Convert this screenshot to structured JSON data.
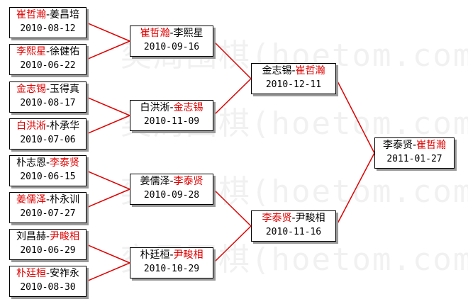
{
  "watermark": "奕周围棋(hoetom.com)",
  "colors": {
    "winner": "#e00000",
    "line": "#e00000",
    "text": "#000000"
  },
  "matches": [
    {
      "id": "r1-1",
      "a": "崔哲瀚",
      "b": "姜昌培",
      "winner": "a",
      "date": "2010-08-12"
    },
    {
      "id": "r1-2",
      "a": "李熙星",
      "b": "徐健佑",
      "winner": "a",
      "date": "2010-06-22"
    },
    {
      "id": "r1-3",
      "a": "金志锡",
      "b": "玉得真",
      "winner": "a",
      "date": "2010-08-17"
    },
    {
      "id": "r1-4",
      "a": "白洪淅",
      "b": "朴承华",
      "winner": "a",
      "date": "2010-07-06"
    },
    {
      "id": "r1-5",
      "a": "朴志恩",
      "b": "李泰贤",
      "winner": "b",
      "date": "2010-06-15"
    },
    {
      "id": "r1-6",
      "a": "姜儒泽",
      "b": "朴永训",
      "winner": "a",
      "date": "2010-07-27"
    },
    {
      "id": "r1-7",
      "a": "刘昌赫",
      "b": "尹畯相",
      "winner": "b",
      "date": "2010-06-29"
    },
    {
      "id": "r1-8",
      "a": "朴廷桓",
      "b": "安祚永",
      "winner": "a",
      "date": "2010-08-30"
    },
    {
      "id": "r2-1",
      "a": "崔哲瀚",
      "b": "李熙星",
      "winner": "a",
      "date": "2010-09-16"
    },
    {
      "id": "r2-2",
      "a": "白洪淅",
      "b": "金志锡",
      "winner": "b",
      "date": "2010-11-09"
    },
    {
      "id": "r2-3",
      "a": "姜儒泽",
      "b": "李泰贤",
      "winner": "b",
      "date": "2010-09-28"
    },
    {
      "id": "r2-4",
      "a": "朴廷桓",
      "b": "尹畯相",
      "winner": "b",
      "date": "2010-10-29"
    },
    {
      "id": "r3-1",
      "a": "金志锡",
      "b": "崔哲瀚",
      "winner": "b",
      "date": "2010-12-11"
    },
    {
      "id": "r3-2",
      "a": "李泰贤",
      "b": "尹畯相",
      "winner": "a",
      "date": "2010-11-16"
    },
    {
      "id": "final",
      "a": "李泰贤",
      "b": "崔哲瀚",
      "winner": "b",
      "date": "2011-01-27"
    }
  ]
}
